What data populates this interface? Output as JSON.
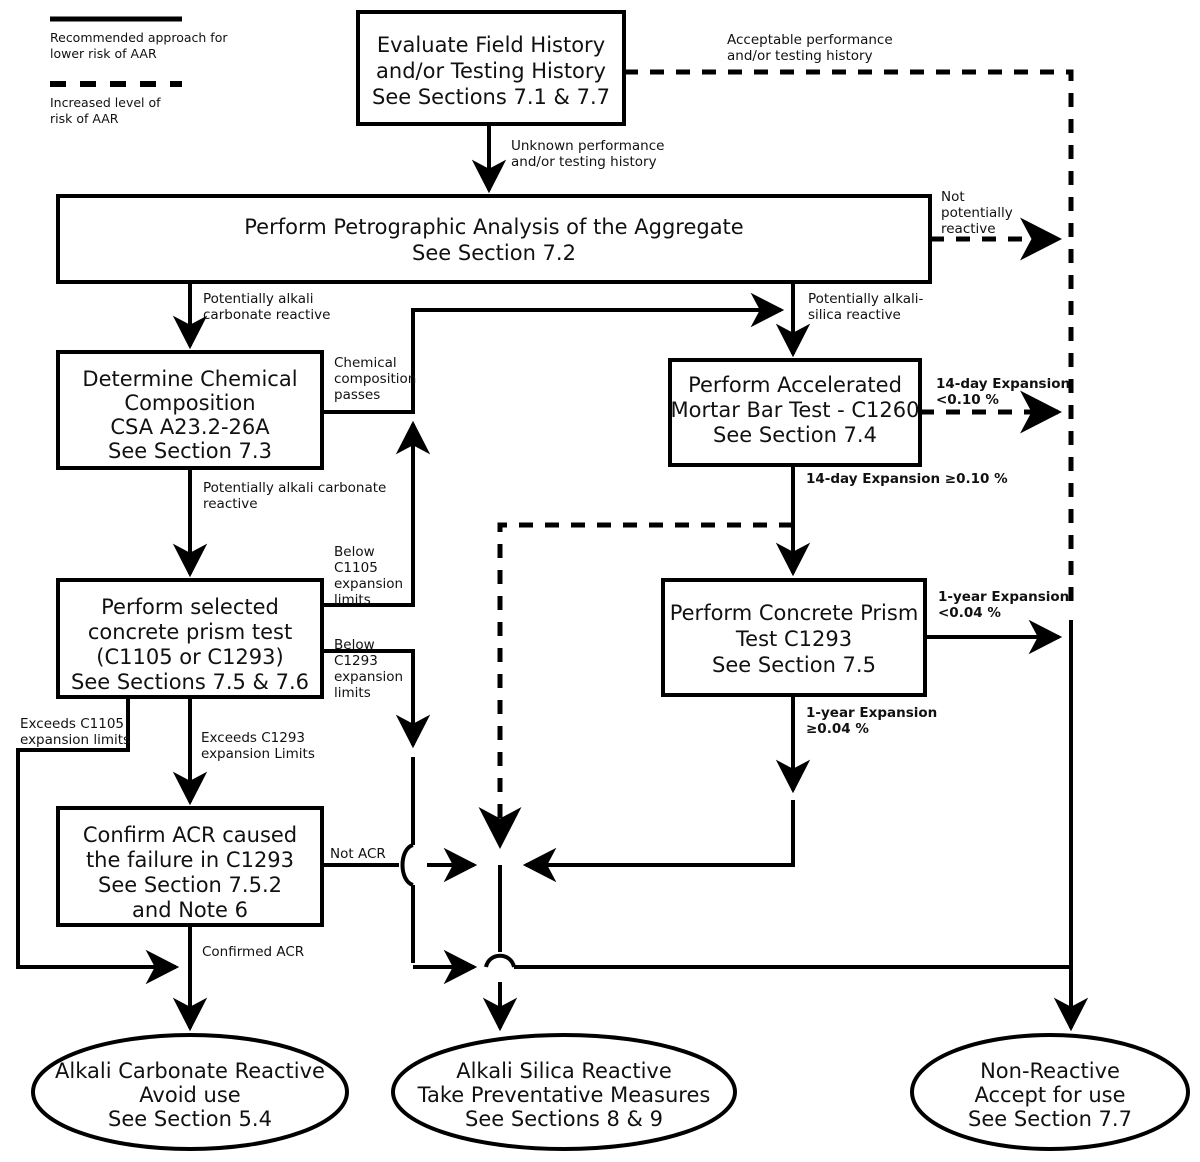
{
  "diagram": {
    "title": "AAR Aggregate Evaluation Flowchart",
    "legend": {
      "solid_label_line1": "Recommended approach for",
      "solid_label_line2": "lower risk of AAR",
      "dashed_label_line1": "Increased level of",
      "dashed_label_line2": "risk of AAR"
    },
    "nodes": [
      {
        "id": "evaluate",
        "shape": "rect",
        "lines": [
          "Evaluate Field History",
          "and/or Testing History",
          "See Sections 7.1 & 7.7"
        ]
      },
      {
        "id": "petrographic",
        "shape": "rect",
        "lines": [
          "Perform Petrographic Analysis of the Aggregate",
          "See Section 7.2"
        ]
      },
      {
        "id": "chemical",
        "shape": "rect",
        "lines": [
          "Determine Chemical",
          "Composition",
          "CSA A23.2-26A",
          "See Section 7.3"
        ]
      },
      {
        "id": "mortarbar",
        "shape": "rect",
        "lines": [
          "Perform Accelerated",
          "Mortar Bar Test - C1260",
          "See Section 7.4"
        ]
      },
      {
        "id": "prismsel",
        "shape": "rect",
        "lines": [
          "Perform selected",
          "concrete prism test",
          "(C1105 or C1293)",
          "See Sections 7.5 & 7.6"
        ]
      },
      {
        "id": "prism1293",
        "shape": "rect",
        "lines": [
          "Perform Concrete Prism",
          "Test C1293",
          "See Section 7.5"
        ]
      },
      {
        "id": "confirmacr",
        "shape": "rect",
        "lines": [
          "Confirm ACR caused",
          "the failure in C1293",
          "See Section 7.5.2",
          "and Note 6"
        ]
      },
      {
        "id": "acr_out",
        "shape": "ellipse",
        "lines": [
          "Alkali Carbonate Reactive",
          "Avoid use",
          "See Section 5.4"
        ]
      },
      {
        "id": "asr_out",
        "shape": "ellipse",
        "lines": [
          "Alkali Silica Reactive",
          "Take Preventative Measures",
          "See Sections 8 & 9"
        ]
      },
      {
        "id": "nonreactive_out",
        "shape": "ellipse",
        "lines": [
          "Non-Reactive",
          "Accept for use",
          "See Section 7.7"
        ]
      }
    ],
    "edge_labels": [
      {
        "id": "acceptable_perf",
        "lines": [
          "Acceptable performance",
          "and/or testing history"
        ],
        "style": "dashed"
      },
      {
        "id": "unknown_perf",
        "lines": [
          "Unknown performance",
          "and/or testing history"
        ],
        "style": "solid"
      },
      {
        "id": "not_pot_reactive",
        "lines": [
          "Not",
          "potentially",
          "reactive"
        ],
        "style": "dashed"
      },
      {
        "id": "pot_alkali_carbonate_1",
        "lines": [
          "Potentially alkali",
          "carbonate reactive"
        ],
        "style": "solid"
      },
      {
        "id": "pot_alkali_silica",
        "lines": [
          "Potentially alkali-",
          "silica reactive"
        ],
        "style": "solid"
      },
      {
        "id": "chem_passes",
        "lines": [
          "Chemical",
          "composition",
          "passes"
        ],
        "style": "solid"
      },
      {
        "id": "expansion_14d_lt",
        "lines": [
          "14-day Expansion",
          "<0.10 %"
        ],
        "style": "dashed"
      },
      {
        "id": "pot_alkali_carbonate_2",
        "lines": [
          "Potentially alkali carbonate",
          "reactive"
        ],
        "style": "solid"
      },
      {
        "id": "expansion_14d_ge",
        "lines": [
          "14-day Expansion ≥0.10 %"
        ],
        "style": "solid"
      },
      {
        "id": "below_c1105",
        "lines": [
          "Below",
          "C1105",
          "expansion",
          "limits"
        ],
        "style": "solid"
      },
      {
        "id": "expansion_1y_lt",
        "lines": [
          "1-year Expansion",
          "<0.04 %"
        ],
        "style": "solid"
      },
      {
        "id": "below_c1293",
        "lines": [
          "Below",
          "C1293",
          "expansion",
          "limits"
        ],
        "style": "solid"
      },
      {
        "id": "expansion_1y_ge",
        "lines": [
          "1-year Expansion",
          "≥0.04 %"
        ],
        "style": "solid"
      },
      {
        "id": "exceeds_c1105",
        "lines": [
          "Exceeds C1105",
          "expansion limits"
        ],
        "style": "solid"
      },
      {
        "id": "exceeds_c1293",
        "lines": [
          "Exceeds C1293",
          "expansion Limits"
        ],
        "style": "solid"
      },
      {
        "id": "not_acr",
        "lines": [
          "Not ACR"
        ],
        "style": "solid"
      },
      {
        "id": "confirmed_acr",
        "lines": [
          "Confirmed ACR"
        ],
        "style": "solid"
      }
    ],
    "colors": {
      "line": "#000000",
      "node_fill": "#ffffff",
      "text": "#111111",
      "background": "#ffffff"
    }
  }
}
